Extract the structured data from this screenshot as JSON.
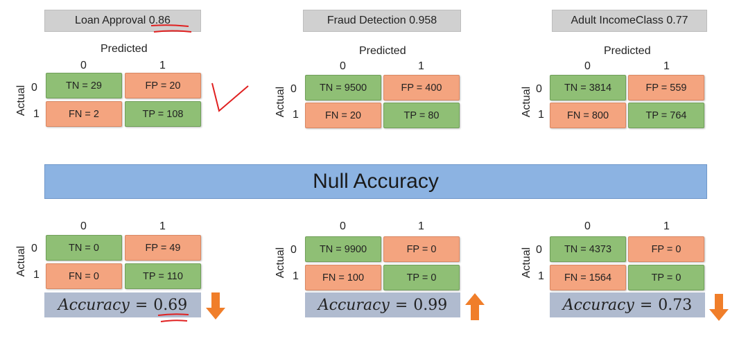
{
  "banner": "Null Accuracy",
  "axes": {
    "predicted": "Predicted",
    "actual": "Actual",
    "zero": "0",
    "one": "1"
  },
  "panels": [
    {
      "title_text": "Loan Approval ",
      "title_score": "0.86",
      "top": {
        "tn": "TN = 29",
        "fp": "FP = 20",
        "fn": "FN = 2",
        "tp": "TP = 108"
      },
      "bottom": {
        "tn": "TN = 0",
        "fp": "FP = 49",
        "fn": "FN = 0",
        "tp": "TP = 110"
      },
      "accuracy_word": "Accuracy",
      "accuracy_eq": "=",
      "accuracy_value": "0.69",
      "arrow": "down"
    },
    {
      "title_text": "Fraud Detection ",
      "title_score": "0.958",
      "top": {
        "tn": "TN = 9500",
        "fp": "FP = 400",
        "fn": "FN = 20",
        "tp": "TP = 80"
      },
      "bottom": {
        "tn": "TN = 9900",
        "fp": "FP = 0",
        "fn": "FN = 100",
        "tp": "TP = 0"
      },
      "accuracy_word": "Accuracy",
      "accuracy_eq": "=",
      "accuracy_value": "0.99",
      "arrow": "up"
    },
    {
      "title_text": "Adult IncomeClass ",
      "title_score": "0.77",
      "top": {
        "tn": "TN = 3814",
        "fp": "FP = 559",
        "fn": "FN = 800",
        "tp": "TP = 764"
      },
      "bottom": {
        "tn": "TN = 4373",
        "fp": "FP = 0",
        "fn": "FN = 1564",
        "tp": "TP = 0"
      },
      "accuracy_word": "Accuracy",
      "accuracy_eq": "=",
      "accuracy_value": "0.73",
      "arrow": "down"
    }
  ],
  "colors": {
    "green": "#8fbf75",
    "orange": "#f4a47f",
    "banner": "#8cb3e2",
    "arrow": "#f07e2a",
    "annotation": "#e02020"
  }
}
